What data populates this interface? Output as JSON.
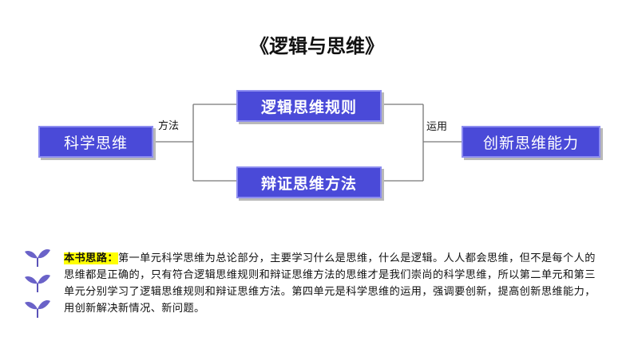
{
  "title": "《逻辑与思维》",
  "nodes": {
    "left": "科学思维",
    "top": "逻辑思维规则",
    "bottom": "辩证思维方法",
    "right": "创新思维能力"
  },
  "labels": {
    "method": "方法",
    "apply": "运用"
  },
  "note": {
    "highlight": "本书思路：",
    "body": "第一单元科学思维为总论部分，主要学习什么是思维，什么是逻辑。人人都会思维，但不是每个人的思维都是正确的，只有符合逻辑思维规则和辩证思维方法的思维才是我们崇尚的科学思维，所以第二单元和第三单元分别学习了逻辑思维规则和辩证思维方法。第四单元是科学思维的运用，强调要创新，提高创新思维能力，用创新解决新情况、新问题。"
  },
  "colors": {
    "box_fill": "#4a4ad8",
    "leaf": "#6a62c8"
  }
}
